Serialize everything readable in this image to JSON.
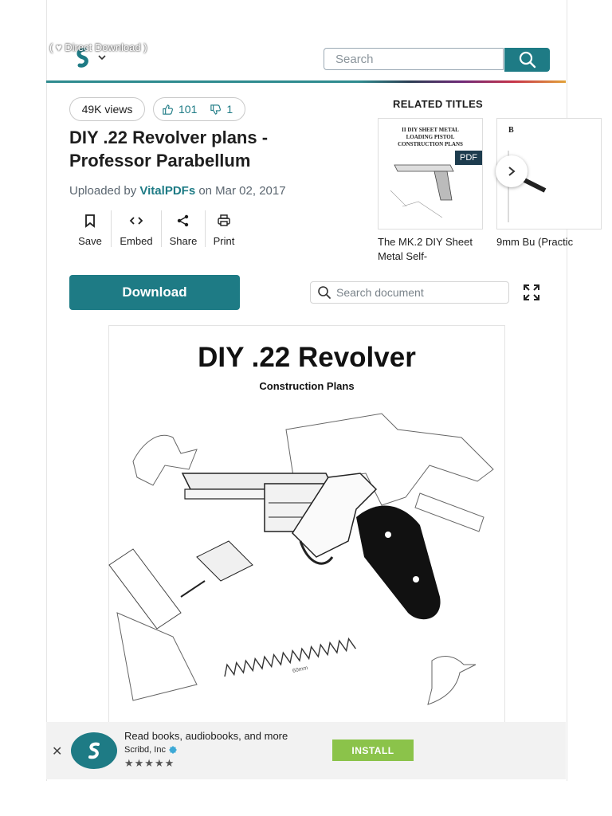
{
  "header": {
    "promo_text": "( ♥ Direct Download )",
    "search_placeholder": "Search"
  },
  "stats": {
    "views": "49K views",
    "upvotes": "101",
    "downvotes": "1"
  },
  "document": {
    "title": "DIY .22 Revolver plans - Professor Parabellum",
    "uploaded_prefix": "Uploaded by",
    "uploader": "VitalPDFs",
    "date_text": "on Mar 02, 2017"
  },
  "actions": [
    {
      "label": "Save",
      "icon": "bookmark-icon"
    },
    {
      "label": "Embed",
      "icon": "code-icon"
    },
    {
      "label": "Share",
      "icon": "share-icon"
    },
    {
      "label": "Print",
      "icon": "print-icon"
    }
  ],
  "download_label": "Download",
  "doc_search_placeholder": "Search document",
  "related": {
    "heading": "RELATED TITLES",
    "items": [
      {
        "title": "The MK.2 DIY Sheet Metal Self-",
        "badge": "PDF",
        "thumb_title": "II DIY SHEET METAL\nLOADING PISTOL\nCONSTRUCTION PLANS"
      },
      {
        "title": "9mm Bu (Practic",
        "badge": "",
        "thumb_title": "B"
      }
    ]
  },
  "page_preview": {
    "heading": "DIY .22 Revolver",
    "subheading": "Construction Plans",
    "spring_label": "60mm"
  },
  "app_banner": {
    "line1": "Read books, audiobooks, and more",
    "publisher": "Scribd, Inc",
    "rating_stars": "★★★★★",
    "install_label": "INSTALL"
  },
  "colors": {
    "accent": "#1e7b85",
    "install": "#8bc34a"
  }
}
